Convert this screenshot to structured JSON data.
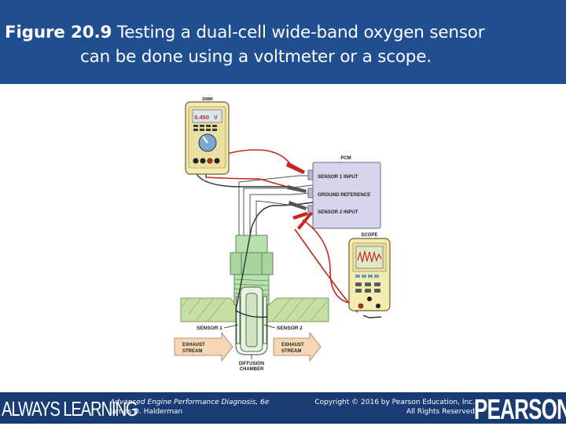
{
  "slide": {
    "title_label": "Figure 20.9",
    "title_text": " Testing a dual-cell wide-band oxygen sensor",
    "title_line2": "can be done using a voltmeter or a scope."
  },
  "figure": {
    "dmm_label": "DMM",
    "dmm_reading": "0.450",
    "dmm_unit": "V",
    "pcm_label": "PCM",
    "pcm_sensor1": "SENSOR 1 INPUT",
    "pcm_ground": "GROUND REFERENCE",
    "pcm_sensor2": "SENSOR 2 INPUT",
    "scope_label": "SCOPE",
    "sensor1_label": "SENSOR 1",
    "sensor2_label": "SENSOR 2",
    "exhaust_left": [
      "EXHAUST",
      "STREAM"
    ],
    "exhaust_right": [
      "EXHAUST",
      "STREAM"
    ],
    "diffusion": [
      "DIFFUSION",
      "CHAMBER"
    ]
  },
  "footer": {
    "brand": "ALWAYS LEARNING",
    "book_title": "Advanced Engine Performance Diagnosis, 6e",
    "author": "James D. Halderman",
    "copyright": "Copyright © 2016 by Pearson Education, Inc.",
    "rights": "All Rights Reserved",
    "publisher": "PEARSON"
  },
  "colors": {
    "header_bg": "#1f4e91",
    "footer_bg": "#1a3c74",
    "wire_red": "#c8261f",
    "meter_body": "#f4ebb0",
    "pcm_box": "#d9d4ec",
    "ground": "#c4dfa0",
    "sensor_body": "#b8dfb0",
    "exhaust_arrow": "#f6d7b6"
  }
}
